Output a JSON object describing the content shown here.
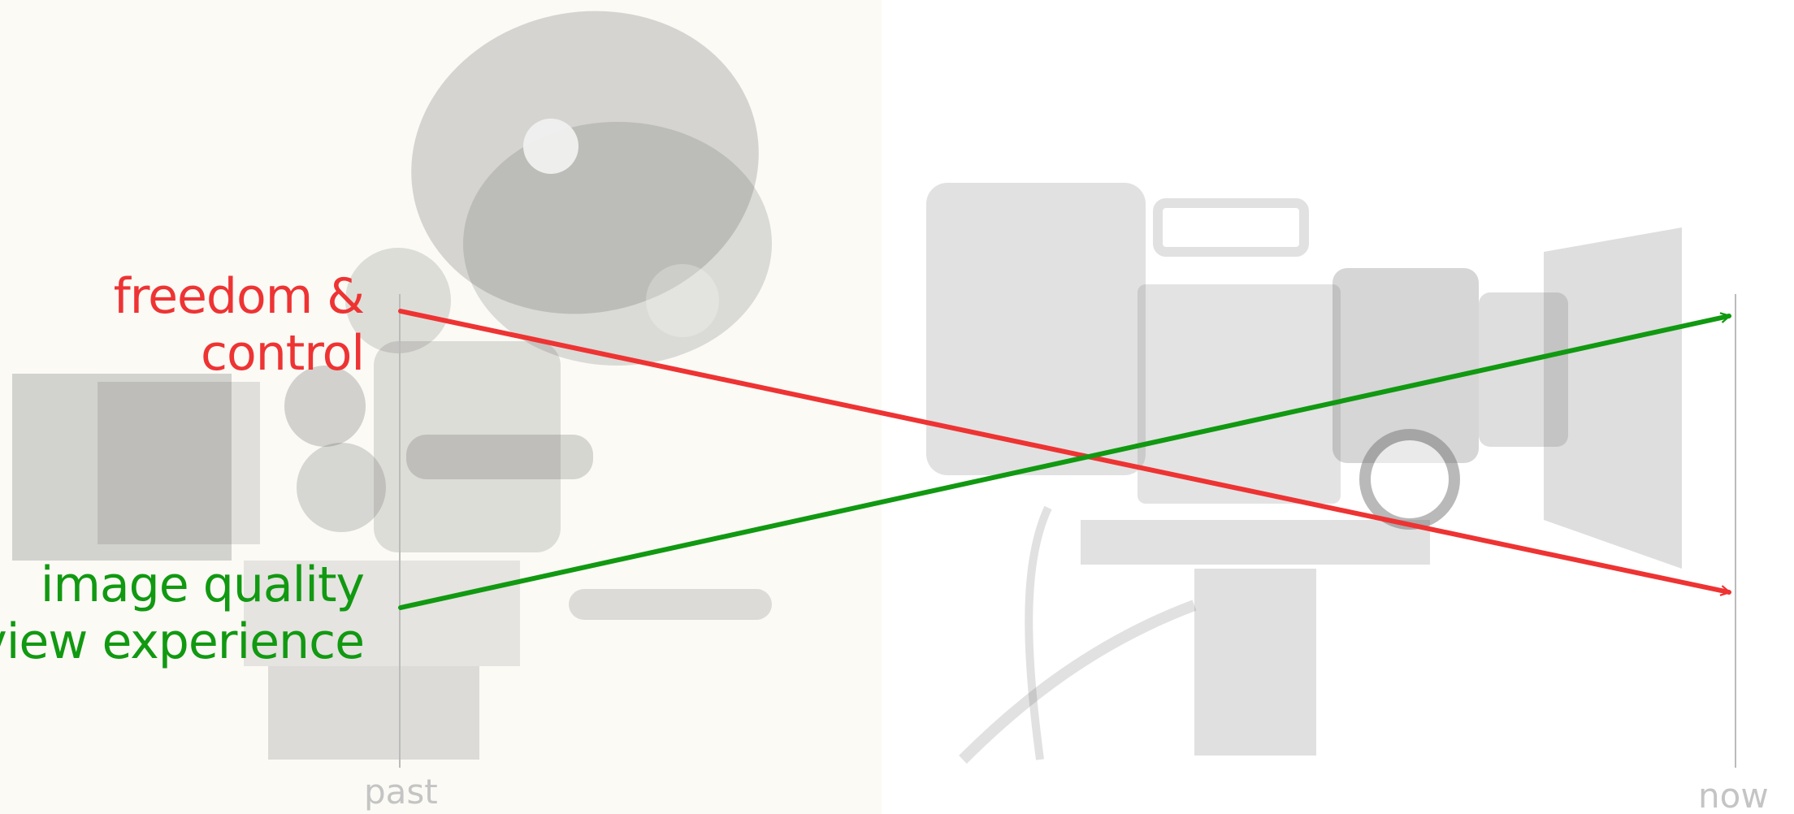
{
  "labels": {
    "top_line1": "freedom &",
    "top_line2": "control",
    "bottom_line1": "image quality",
    "bottom_line2": "view experience"
  },
  "axis": {
    "start": "past",
    "end": "now"
  },
  "colors": {
    "decreasing": "#ee3333",
    "increasing": "#119911",
    "axis_text": "#c4c4c4",
    "axis_line": "#bbbbbb",
    "photo_tone": "#b3b3b3"
  }
}
